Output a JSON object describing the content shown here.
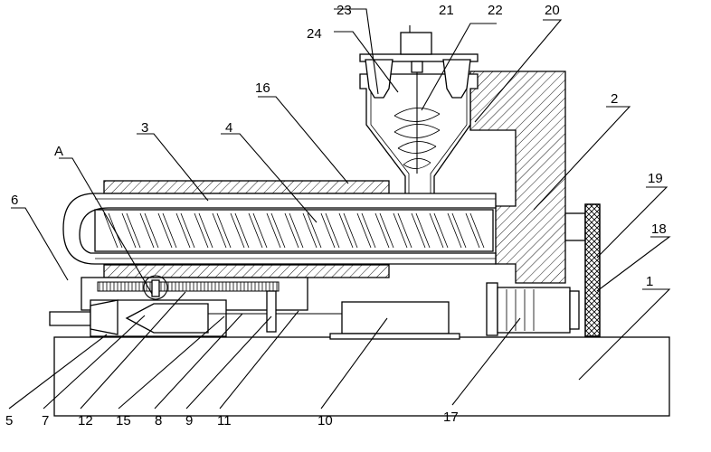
{
  "labels": {
    "l1": "1",
    "l2": "2",
    "l3": "3",
    "l4": "4",
    "l5": "5",
    "l6": "6",
    "l7": "7",
    "l8": "8",
    "l9": "9",
    "l10": "10",
    "l11": "11",
    "l12": "12",
    "l15": "15",
    "l16": "16",
    "l17": "17",
    "l18": "18",
    "l19": "19",
    "l20": "20",
    "l21": "21",
    "l22": "22",
    "l23": "23",
    "l24": "24",
    "lA": "A"
  }
}
